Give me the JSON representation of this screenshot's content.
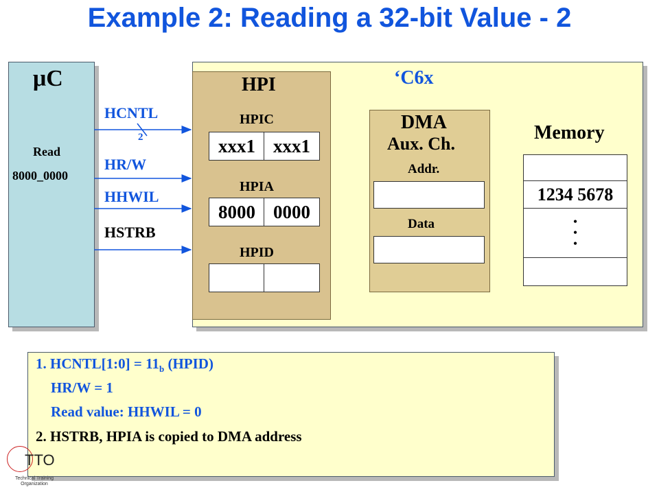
{
  "title": "Example 2: Reading a 32-bit Value - 2",
  "uc": {
    "label": "μC",
    "read_label": "Read",
    "address": "8000_0000"
  },
  "signals": {
    "hcntl": "HCNTL",
    "hcntl_width": "2",
    "hrw": "HR/W",
    "hhwil": "HHWIL",
    "hstrb": "HSTRB"
  },
  "c6x": {
    "label": "‘C6x"
  },
  "hpi": {
    "label": "HPI",
    "hpic": {
      "label": "HPIC",
      "high": "xxx1",
      "low": "xxx1"
    },
    "hpia": {
      "label": "HPIA",
      "high": "8000",
      "low": "0000"
    },
    "hpid": {
      "label": "HPID",
      "high": "",
      "low": ""
    }
  },
  "dma": {
    "label": "DMA",
    "sublabel": "Aux. Ch.",
    "addr_label": "Addr.",
    "addr_value": "",
    "data_label": "Data",
    "data_value": ""
  },
  "memory": {
    "label": "Memory",
    "value": "1234 5678",
    "dots": "•\n•\n•"
  },
  "notes": {
    "line1_prefix": "1. HCNTL[1:0] = 11",
    "line1_sub": "b",
    "line1_suffix": " (HPID)",
    "line2": "HR/W = 1",
    "line3": "Read value: HHWIL = 0",
    "line4": "2. HSTRB, HPIA is copied to DMA address"
  },
  "logo": {
    "text": "TTO",
    "sub": "Technical Training Organization"
  },
  "colors": {
    "title": "#1155dd",
    "uc_fill": "#b7dde3",
    "c6x_fill": "#ffffcc",
    "hpi_fill": "#d9c28f",
    "dma_fill": "#e0cd95",
    "signal_line": "#1155dd"
  }
}
